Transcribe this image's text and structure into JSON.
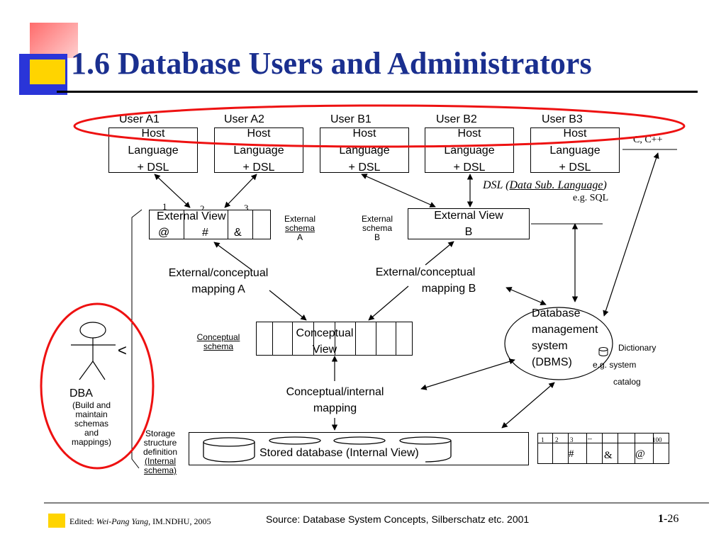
{
  "slide": {
    "title": "1.6 Database Users and Administrators"
  },
  "users": [
    {
      "label": "User A1",
      "box": [
        "Host",
        "Language",
        "+ DSL"
      ]
    },
    {
      "label": "User A2",
      "box": [
        "Host",
        "Language",
        "+ DSL"
      ]
    },
    {
      "label": "User B1",
      "box": [
        "Host",
        "Language",
        "+ DSL"
      ]
    },
    {
      "label": "User B2",
      "box": [
        "Host",
        "Language",
        "+ DSL"
      ]
    },
    {
      "label": "User B3",
      "box": [
        "Host",
        "Language",
        "+ DSL"
      ]
    }
  ],
  "languages": {
    "host": "C, C++",
    "dsl_prefix": "DSL (",
    "dsl_term": "Data Sub. Language",
    "dsl_suffix": ")",
    "dsl_example": "e.g. SQL"
  },
  "external_view_a": {
    "title": "External View",
    "symbols": [
      "@",
      "#",
      "&"
    ],
    "numbers": [
      "1",
      "2",
      "3"
    ],
    "schema_label": [
      "External",
      "schema",
      "A"
    ]
  },
  "external_view_b": {
    "title": [
      "External View",
      "B"
    ],
    "schema_label": [
      "External",
      "schema",
      "B"
    ]
  },
  "mappings": {
    "ext_conc_a": [
      "External/conceptual",
      "mapping A"
    ],
    "ext_conc_b": [
      "External/conceptual",
      "mapping B"
    ],
    "conc_internal": [
      "Conceptual/internal",
      "mapping"
    ]
  },
  "conceptual": {
    "view": [
      "Conceptual",
      "View"
    ],
    "schema_label": [
      "Conceptual",
      "schema"
    ]
  },
  "dbms": {
    "lines": [
      "Database",
      "management",
      "system",
      "(DBMS)"
    ],
    "dictionary": [
      "Dictionary",
      "e.g. system",
      "catalog"
    ]
  },
  "dba": {
    "title": "DBA",
    "desc": [
      "(Build and",
      "maintain",
      "schemas",
      "and",
      "mappings)"
    ],
    "arrow": "<"
  },
  "storage": {
    "label": [
      "Storage",
      "structure",
      "definition",
      "(Internal",
      "schema)"
    ],
    "stored_db": "Stored database (Internal View)"
  },
  "record": {
    "numbers": [
      "1",
      "2",
      "3",
      "--",
      "100"
    ],
    "symbols": [
      "#",
      "&",
      "@"
    ]
  },
  "footer": {
    "edited_prefix": "Edited: ",
    "edited_name": "Wei-Pang Yang",
    "edited_org": ", IM.NDHU, 2005",
    "source": "Source: Database System Concepts, Silberschatz etc. 2001",
    "page_num": "1",
    "page_sep": "-26"
  }
}
